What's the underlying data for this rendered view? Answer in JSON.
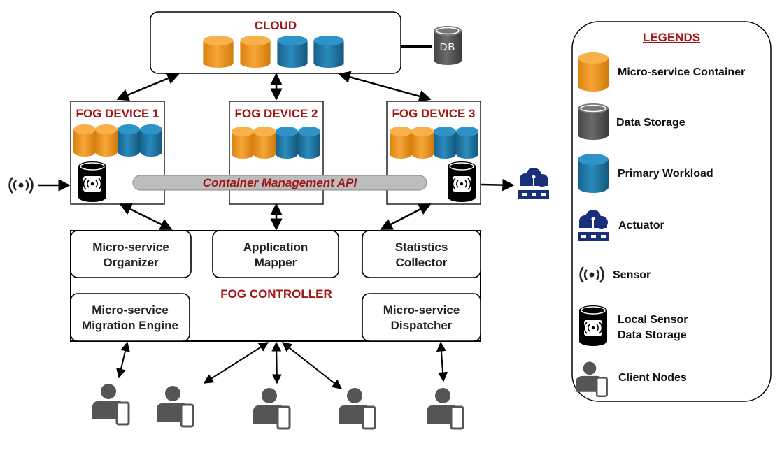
{
  "cloud": {
    "title": "CLOUD",
    "db_label": "DB"
  },
  "fog_devices": [
    {
      "title": "FOG DEVICE 1"
    },
    {
      "title": "FOG DEVICE 2"
    },
    {
      "title": "FOG DEVICE 3"
    }
  ],
  "api_label": "Container Management API",
  "controller": {
    "title": "FOG CONTROLLER",
    "modules": {
      "organizer": [
        "Micro-service",
        "Organizer"
      ],
      "mapper": [
        "Application",
        "Mapper"
      ],
      "collector": [
        "Statistics",
        "Collector"
      ],
      "migration": [
        "Micro-service",
        "Migration Engine"
      ],
      "dispatcher": [
        "Micro-service",
        "Dispatcher"
      ]
    }
  },
  "legend": {
    "title": "LEGENDS",
    "items": {
      "container": "Micro-service Container",
      "storage": "Data Storage",
      "workload": "Primary Workload",
      "actuator": "Actuator",
      "sensor": "Sensor",
      "local_storage": [
        "Local Sensor",
        "Data Storage"
      ],
      "client": "Client Nodes"
    }
  },
  "colors": {
    "container": "#f39c1f",
    "workload": "#1f7aa8",
    "storage": "#555555",
    "actuator": "#1a2f7a",
    "title_red": "#a31515",
    "api_bar": "#bdbdbd",
    "client": "#555555"
  }
}
